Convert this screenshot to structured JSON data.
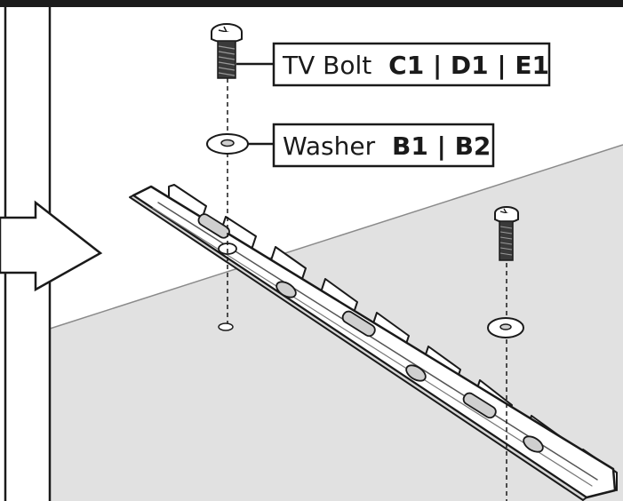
{
  "callouts": {
    "tv_bolt": {
      "name": "TV Bolt",
      "codes": "C1 | D1 | E1"
    },
    "washer": {
      "name": "Washer",
      "codes": "B1 | B2"
    }
  },
  "colors": {
    "ink": "#1a1a1a",
    "wall": "#e1e1e1",
    "paper": "#ffffff",
    "frame": "#1c1c1c"
  }
}
